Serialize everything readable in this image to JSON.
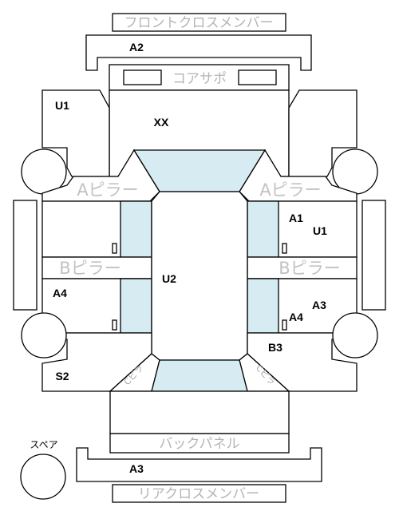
{
  "labels": {
    "front_cross_member": "フロントクロスメンバー",
    "core_support": "コアサポ",
    "a_pillar_left": "Aピラー",
    "a_pillar_right": "Aピラー",
    "b_pillar_left": "Bピラー",
    "b_pillar_right": "Bピラー",
    "back_panel": "バックパネル",
    "rear_cross_member": "リアクロスメンバー",
    "spare": "スペア",
    "c_pillar_left": "Cピラ",
    "c_pillar_right": "Cピラ"
  },
  "codes": {
    "front_member": "A2",
    "top_left": "U1",
    "roof_front": "XX",
    "right_front_door_a": "A1",
    "right_front_door_u": "U1",
    "center": "U2",
    "left_rear_door": "A4",
    "right_rear_door_a3": "A3",
    "right_rear_door_a4": "A4",
    "right_rear_quarter": "B3",
    "left_rear_quarter": "S2",
    "rear_member": "A3"
  },
  "colors": {
    "glass": "#d6ebf2",
    "outline": "#000000",
    "gray_text": "#b5b5b5"
  }
}
